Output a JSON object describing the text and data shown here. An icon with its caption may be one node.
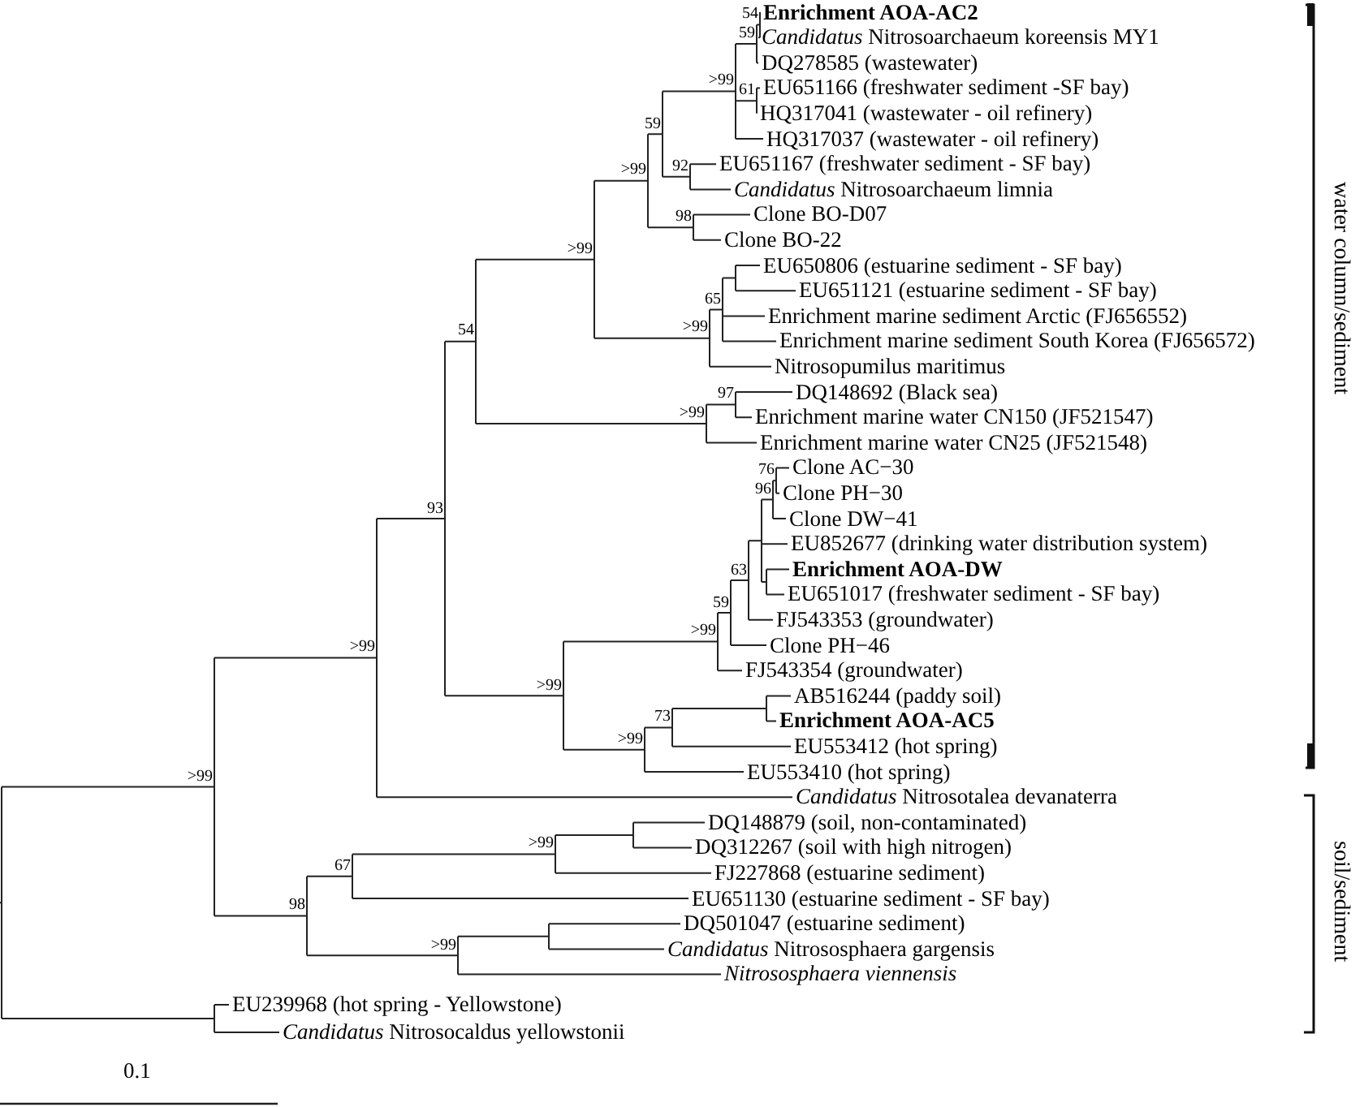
{
  "diagram": {
    "labels": [
      "Enrichment AOA-AC2",
      "*Candidatus* Nitrosoarchaeum koreensis MY1",
      "DQ278585 (wastewater)",
      "EU651166 (freshwater sediment -SF bay)",
      "HQ317041 (wastewater - oil refinery)",
      "HQ317037 (wastewater - oil refinery)",
      "EU651167 (freshwater sediment - SF bay)",
      "*Candidatus* Nitrosoarchaeum limnia",
      "Clone BO-D07",
      "Clone BO-22",
      "EU650806 (estuarine sediment - SF bay)",
      "EU651121 (estuarine sediment - SF bay)",
      "Enrichment marine sediment Arctic (FJ656552)",
      "Enrichment marine sediment South Korea (FJ656572)",
      "Nitrosopumilus maritimus",
      "DQ148692 (Black sea)",
      "Enrichment marine water CN150 (JF521547)",
      "Enrichment marine water CN25 (JF521548)",
      "Clone AC−30",
      "Clone PH−30",
      "Clone DW−41",
      "EU852677 (drinking water distribution system)",
      "Enrichment AOA-DW",
      "EU651017 (freshwater sediment - SF bay)",
      "FJ543353 (groundwater)",
      "Clone PH−46",
      "FJ543354 (groundwater)",
      "AB516244 (paddy soil)",
      "Enrichment AOA-AC5",
      "EU553412 (hot spring)",
      "EU553410 (hot spring)",
      "*Candidatus* Nitrosotalea devanaterra",
      "DQ148879 (soil, non-contaminated)",
      "DQ312267 (soil with high nitrogen)",
      "FJ227868 (estuarine sediment)",
      "EU651130 (estuarine sediment - SF bay)",
      "DQ501047 (estuarine sediment)",
      "*Candidatus* Nitrososphaera gargensis",
      "Nitrososphaera viennensis",
      "EU239968 (hot spring - Yellowstone)",
      "*Candidatus* Nitrosocaldus yellowstonii",
      ">99",
      ">99",
      "93",
      "54",
      ">99",
      ">99",
      "59",
      ">99",
      "59",
      "54",
      "61",
      "92",
      "98",
      ">99",
      "65",
      ">99",
      "97",
      ">99",
      ">99",
      "59",
      "63",
      "96",
      "76",
      ">99",
      "73",
      "98",
      "67",
      ">99",
      ">99",
      "0.1",
      "water column/sediment",
      "soil/sediment"
    ]
  }
}
